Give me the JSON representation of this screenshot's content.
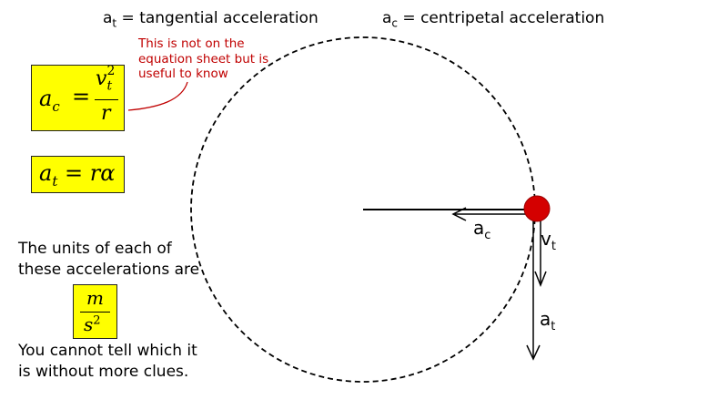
{
  "header": {
    "tangential": {
      "sym": "a",
      "sub": "t",
      "text": " = tangential acceleration"
    },
    "centripetal": {
      "sym": "a",
      "sub": "c",
      "text": " = centripetal acceleration"
    }
  },
  "note": "This is not on the equation sheet but is useful to know",
  "formulas": {
    "ac": {
      "lhs": "a",
      "lhs_sub": "c",
      "eq": "=",
      "num": "v",
      "num_sub": "t",
      "num_sup": "2",
      "den": "r"
    },
    "at": {
      "lhs": "a",
      "lhs_sub": "t",
      "eq": "=",
      "rhs": "rα"
    }
  },
  "units_text": "The units of each of these accelerations are",
  "units": {
    "num": "m",
    "den": "s",
    "den_sup": "2"
  },
  "conclusion": "You cannot tell which it is without more clues.",
  "labels": {
    "ac": {
      "sym": "a",
      "sub": "c"
    },
    "vt": {
      "sym": "v",
      "sub": "t"
    },
    "at": {
      "sym": "a",
      "sub": "t"
    }
  },
  "colors": {
    "ball": "#d40000",
    "note": "#c00000",
    "box": "#ffff00"
  }
}
